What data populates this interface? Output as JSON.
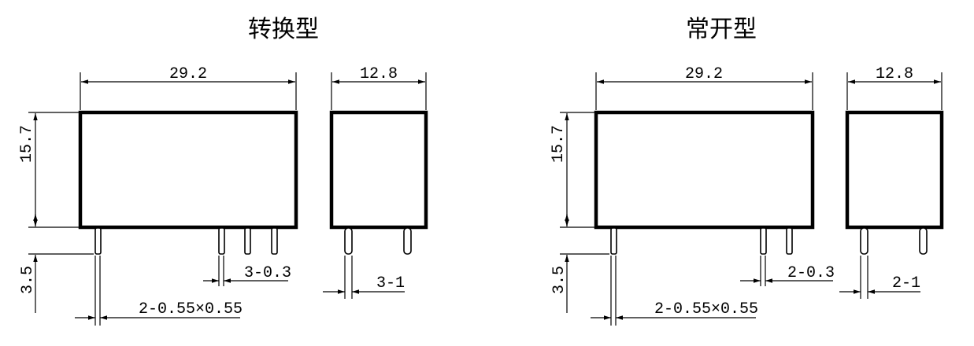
{
  "left_view": {
    "title": "转换型",
    "width_label": "29.2",
    "depth_label": "12.8",
    "height_label": "15.7",
    "pin_length_label": "3.5",
    "pin_spacing_label": "3-0.3",
    "side_pin_label": "3-1",
    "pin_size_label": "2-0.55×0.55"
  },
  "right_view": {
    "title": "常开型",
    "width_label": "29.2",
    "depth_label": "12.8",
    "height_label": "15.7",
    "pin_length_label": "3.5",
    "pin_spacing_label": "2-0.3",
    "side_pin_label": "2-1",
    "pin_size_label": "2-0.55×0.55"
  }
}
